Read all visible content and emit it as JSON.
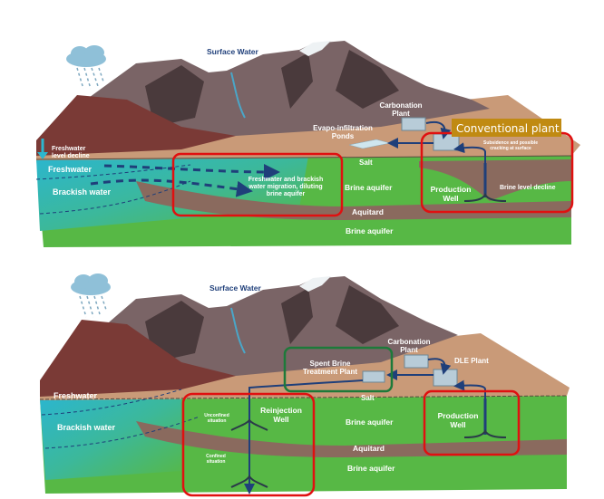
{
  "colors": {
    "mountain_dark": "#4a3a3c",
    "mountain_mid": "#7a6466",
    "mountain_red": "#7a3a36",
    "soil": "#c99a78",
    "freshwater": "#2bb6cf",
    "brackish": "#3fb7a0",
    "brine_aquifer": "#57b845",
    "aquitard": "#8a6a5e",
    "highlight_red": "#e01010",
    "highlight_green": "#1d7a3a",
    "conventional_badge": "#c08a12",
    "arrow_blue": "#1f3f7a"
  },
  "top_panel": {
    "surface_water": "Surface Water",
    "freshwater_level_decline": [
      "Freshwater",
      "level decline"
    ],
    "freshwater": "Freshwater",
    "brackish_water": "Brackish water",
    "migration_note": [
      "Freshwater and brackish",
      "water migration, diluting",
      "brine aquifer"
    ],
    "carbonation_plant": [
      "Carbonation",
      "Plant"
    ],
    "evapo_ponds": [
      "Evapo-infiltration",
      "Ponds"
    ],
    "conventional_plant": "Conventional plant",
    "subsidence_note": [
      "Subsidence and possible",
      "cracking at surface"
    ],
    "salt": "Salt",
    "brine_aquifer_upper": "Brine aquifer",
    "production_well": [
      "Production",
      "Well"
    ],
    "brine_level_decline": "Brine level decline",
    "aquitard": "Aquitard",
    "brine_aquifer_lower": "Brine aquifer"
  },
  "bottom_panel": {
    "surface_water": "Surface Water",
    "freshwater": "Freshwater",
    "brackish_water": "Brackish water",
    "carbonation_plant": [
      "Carbonation",
      "Plant"
    ],
    "spent_brine_plant": [
      "Spent Brine",
      "Treatment Plant"
    ],
    "dle_plant": "DLE Plant",
    "salt": "Salt",
    "reinjection_well": [
      "Reinjection",
      "Well"
    ],
    "unconfined": [
      "Unconfined",
      "situation"
    ],
    "confined": [
      "Confined",
      "situation"
    ],
    "brine_aquifer_upper": "Brine aquifer",
    "production_well": [
      "Production",
      "Well"
    ],
    "aquitard": "Aquitard",
    "brine_aquifer_lower": "Brine aquifer"
  }
}
